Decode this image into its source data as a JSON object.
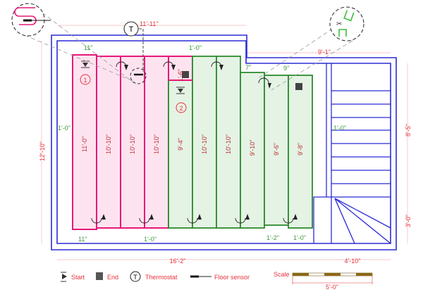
{
  "title_dimension": "11'-11\"",
  "overall": {
    "width_main": "16'-2\"",
    "width_stairs": "4'-10\"",
    "height": "12'-10\"",
    "stair_upper": "8'-5\"",
    "stair_lower": "3'-0\"",
    "stair_top": "9'-1\""
  },
  "zones": [
    {
      "number": "1",
      "color": "#e6197a",
      "fill": "#fde3ef"
    },
    {
      "number": "2",
      "color": "#2e8b2e",
      "fill": "#e4f3e4"
    }
  ],
  "strips": [
    "11'-0\"",
    "10'-10\"",
    "10'-10\"",
    "10'-10\"",
    "9'-4\"",
    "10'-10\"",
    "10'-10\"",
    "9'-10\"",
    "9'-6\"",
    "9'-8\""
  ],
  "small_strip": "1'-6\"",
  "clearances": {
    "top_left": "11\"",
    "top_mid": "1'-0\"",
    "side_left": "1'-0\"",
    "step_a": "7\"",
    "step_b": "9\"",
    "bottom_left": "11\"",
    "bottom_mid": "1'-0\"",
    "bottom_r1": "1'-2\"",
    "bottom_r2": "1'-0\"",
    "stairs": "1'-0\""
  },
  "legend": {
    "start": "Start",
    "end": "End",
    "thermostat": "Thermostat",
    "sensor": "Floor sensor",
    "thermostat_symbol": "T"
  },
  "scale": {
    "label": "Scale",
    "length": "5'-0\""
  }
}
